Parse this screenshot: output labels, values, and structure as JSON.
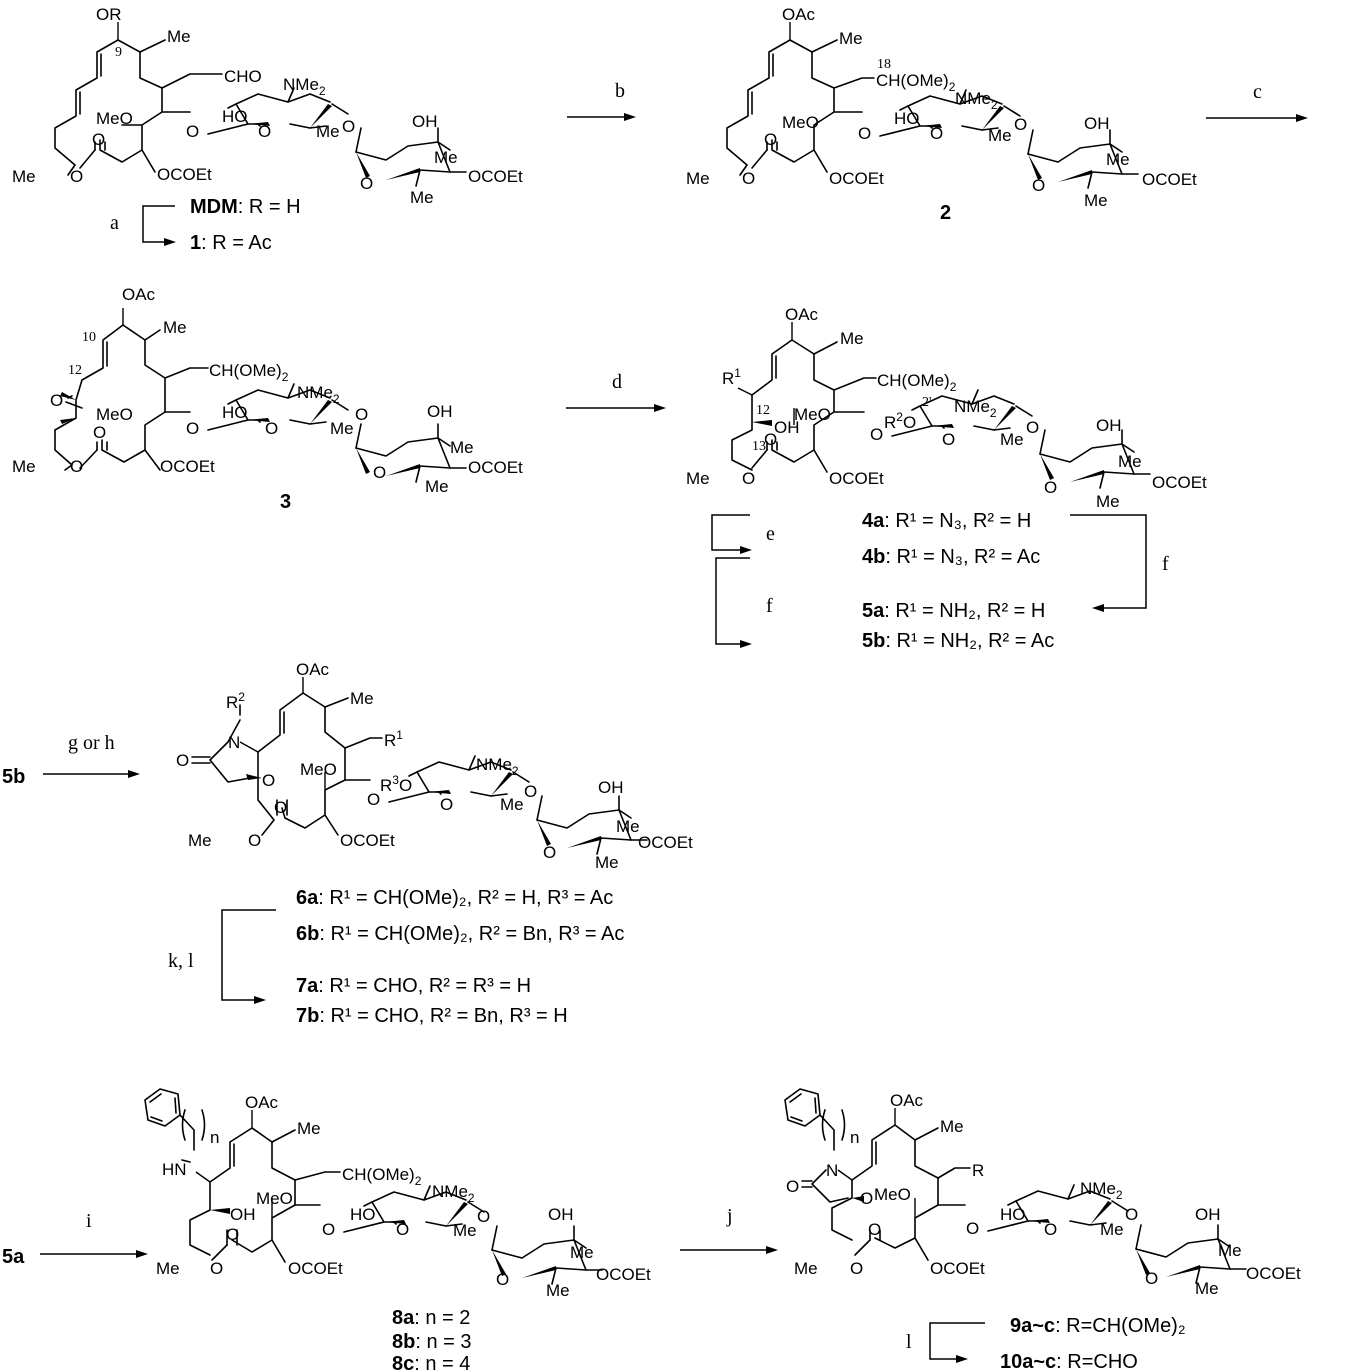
{
  "scheme": {
    "reagents": {
      "a": "a",
      "b": "b",
      "c": "c",
      "d": "d",
      "e": "e",
      "f1": "f",
      "f2": "f",
      "g_or_h": "g or h",
      "k_l": "k, l",
      "i": "i",
      "j": "j",
      "l": "l"
    },
    "start_labels": {
      "s5b": "5b",
      "s5a": "5a"
    },
    "atoms": {
      "OR": "OR",
      "OAc": "OAc",
      "Me": "Me",
      "CHO": "CHO",
      "CH_OMe2": "CH(OMe)",
      "sub2": "2",
      "NMe": "NMe",
      "HO": "HO",
      "OH": "OH",
      "MeO": "MeO",
      "O": "O",
      "OCOEt": "OCOEt",
      "R1": "R",
      "sup1": "1",
      "sup2": "2",
      "sup3": "3",
      "R": "R",
      "HN": "HN",
      "N": "N",
      "n": "n",
      "R2O": "R",
      "R3O": "R"
    },
    "locants": {
      "c9": "9",
      "c18": "18",
      "c10": "10",
      "c12": "12",
      "c13": "13",
      "c2p": "2'"
    },
    "compounds": {
      "mdm": {
        "id": "MDM",
        "text": ": R = H"
      },
      "c1": {
        "id": "1",
        "text": ": R = Ac"
      },
      "c2": {
        "id": "2"
      },
      "c3": {
        "id": "3"
      },
      "c4a": {
        "id": "4a",
        "text": ": R¹ = N₃, R² = H"
      },
      "c4b": {
        "id": "4b",
        "text": ": R¹ = N₃, R² = Ac"
      },
      "c5a": {
        "id": "5a",
        "text": ": R¹ = NH₂, R² = H"
      },
      "c5b": {
        "id": "5b",
        "text": ": R¹ = NH₂, R² = Ac"
      },
      "c6a": {
        "id": "6a",
        "text": ": R¹ = CH(OMe)₂, R² = H,  R³ = Ac"
      },
      "c6b": {
        "id": "6b",
        "text": ": R¹ = CH(OMe)₂, R² = Bn,  R³ = Ac"
      },
      "c7a": {
        "id": "7a",
        "text": ": R¹ = CHO, R² = R³ = H"
      },
      "c7b": {
        "id": "7b",
        "text": ": R¹ = CHO, R² = Bn, R³ = H"
      },
      "c8a": {
        "id": "8a",
        "text": ": n = 2"
      },
      "c8b": {
        "id": "8b",
        "text": ": n = 3"
      },
      "c8c": {
        "id": "8c",
        "text": ": n = 4"
      },
      "c9": {
        "id": "9a~c",
        "text": ": R=CH(OMe)₂"
      },
      "c10": {
        "id": "10a~c",
        "text": ": R=CHO"
      }
    }
  }
}
